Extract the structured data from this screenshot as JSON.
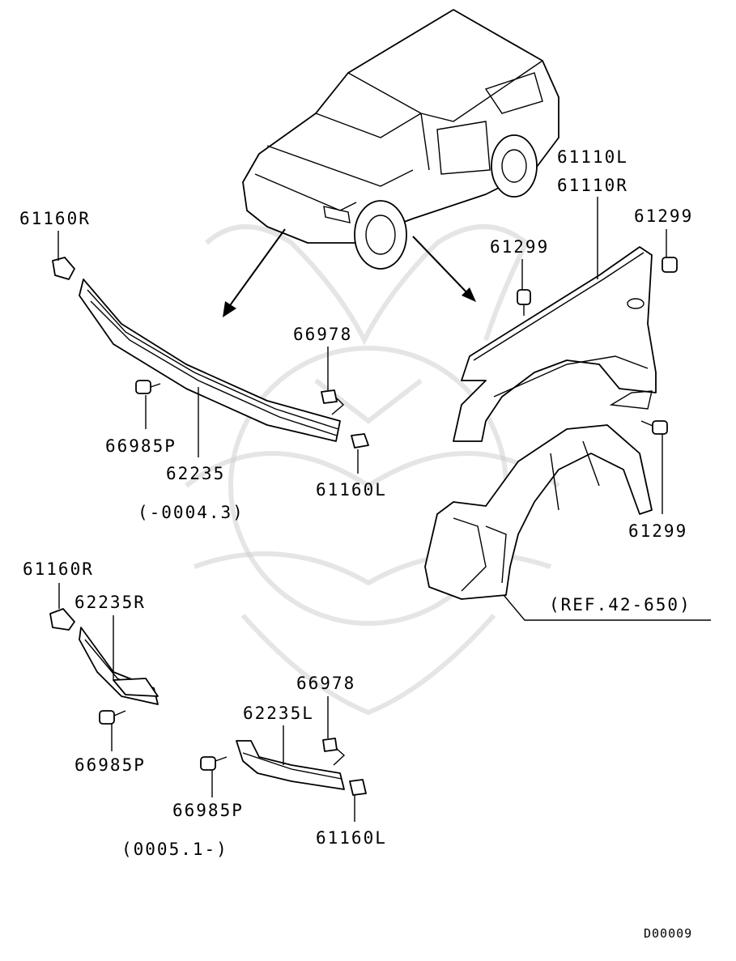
{
  "labels": {
    "p61160R_a": "61160R",
    "p66985P_a": "66985P",
    "p62235": "62235",
    "range_a": "(-0004.3)",
    "p66978_a": "66978",
    "p61160L_a": "61160L",
    "p61110L": "61110L",
    "p61110R": "61110R",
    "p61299_top": "61299",
    "p61299_mid": "61299",
    "p61299_bot": "61299",
    "ref": "(REF.42-650)",
    "p61160R_b": "61160R",
    "p62235R": "62235R",
    "p66985P_b": "66985P",
    "p66978_b": "66978",
    "p62235L": "62235L",
    "p66985P_c": "66985P",
    "p61160L_b": "61160L",
    "range_b": "(0005.1-)",
    "diagram_code": "D00009"
  }
}
